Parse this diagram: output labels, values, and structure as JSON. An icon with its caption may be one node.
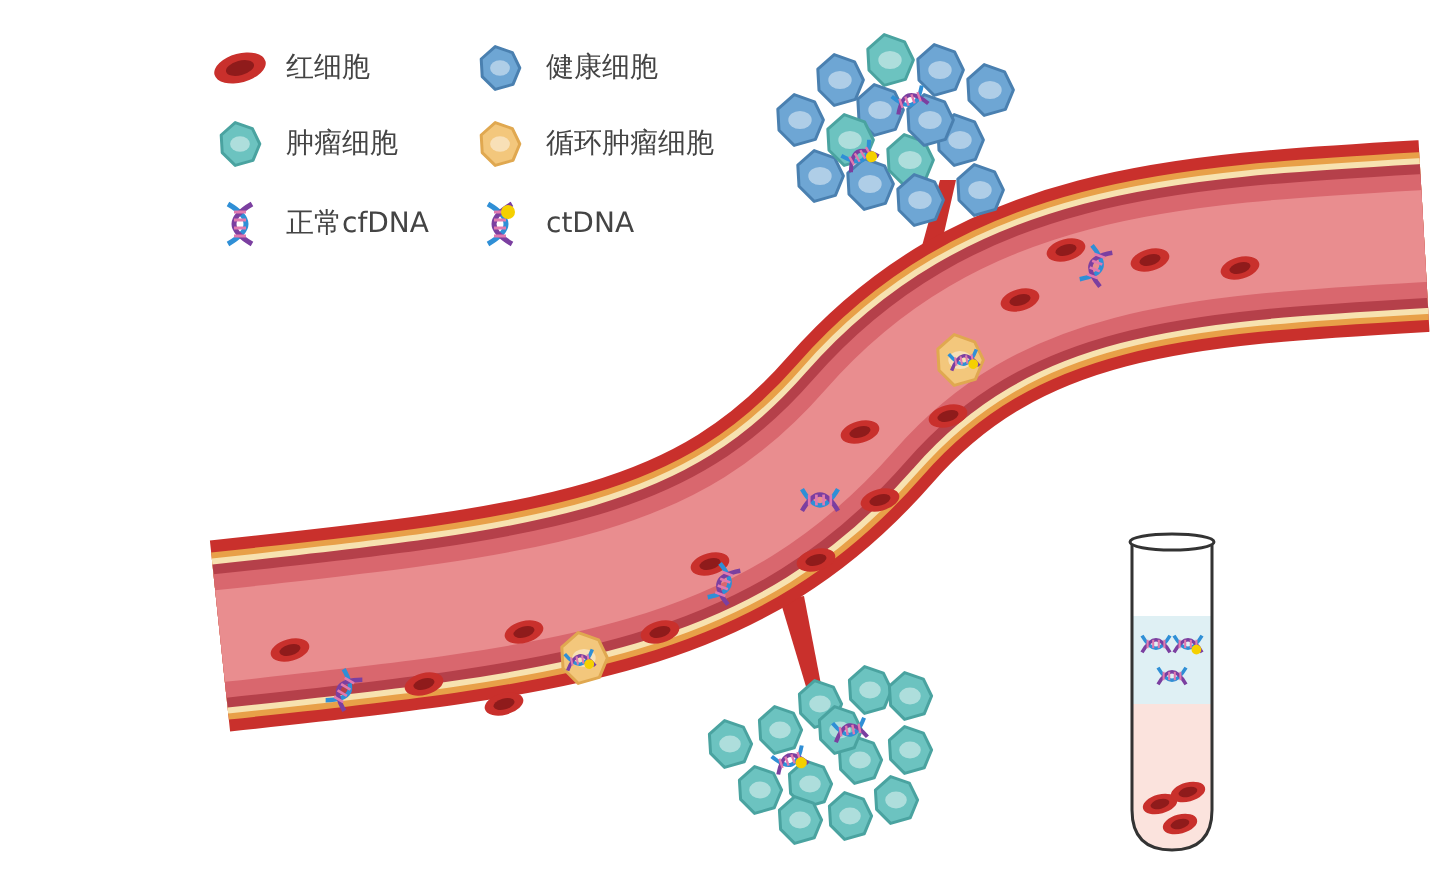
{
  "diagram": {
    "legend": [
      {
        "text": "红细胞"
      },
      {
        "text": "健康细胞"
      },
      {
        "text": "肿瘤细胞"
      },
      {
        "text": "循环肿瘤细胞"
      },
      {
        "text": "正常cfDNA"
      },
      {
        "text": "ctDNA"
      }
    ]
  }
}
